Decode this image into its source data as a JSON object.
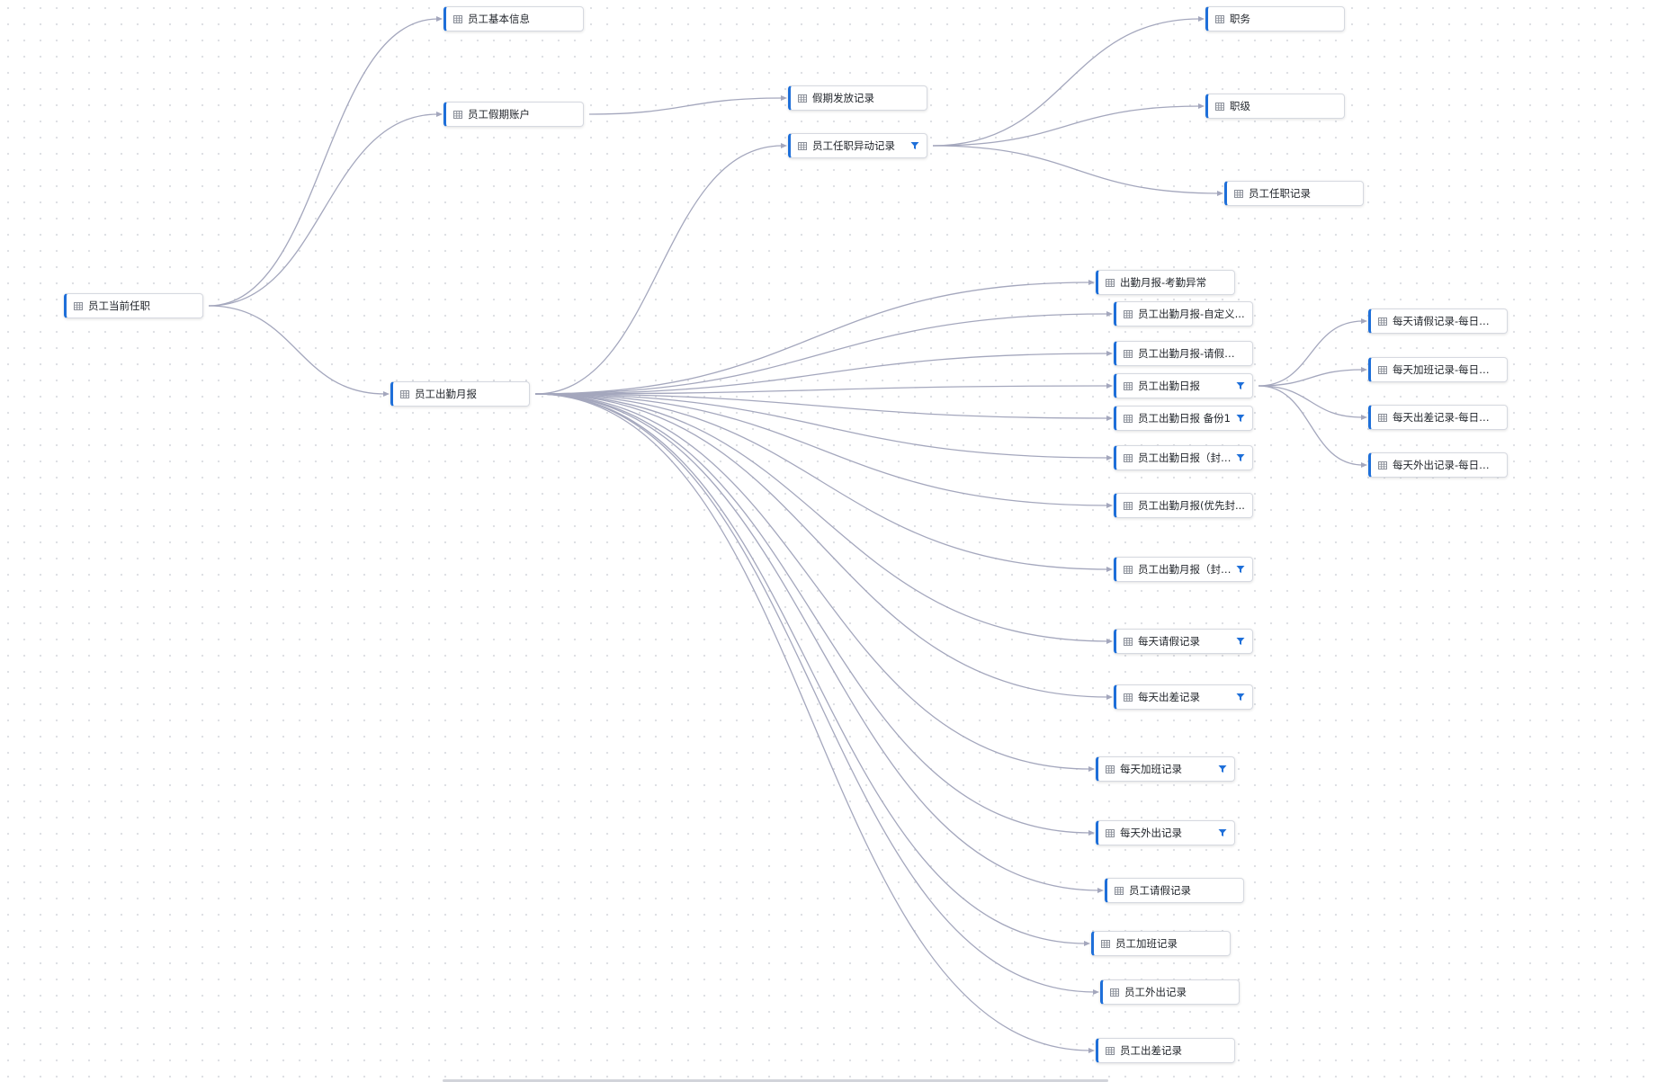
{
  "icons": {
    "node_icon": "table-icon",
    "filter_icon": "filter-icon"
  },
  "colors": {
    "accent": "#1e6fd9",
    "edge": "#a4a7bd",
    "node_border": "#d6d9e0"
  },
  "nodes": [
    {
      "id": "n1",
      "label": "员工当前任职",
      "filter": false
    },
    {
      "id": "n2",
      "label": "员工基本信息",
      "filter": false
    },
    {
      "id": "n3",
      "label": "员工假期账户",
      "filter": false
    },
    {
      "id": "n4",
      "label": "员工出勤月报",
      "filter": false
    },
    {
      "id": "n5",
      "label": "假期发放记录",
      "filter": false
    },
    {
      "id": "n6",
      "label": "员工任职异动记录",
      "filter": true
    },
    {
      "id": "n7",
      "label": "职务",
      "filter": false
    },
    {
      "id": "n8",
      "label": "职级",
      "filter": false
    },
    {
      "id": "n9",
      "label": "员工任职记录",
      "filter": false
    },
    {
      "id": "n10",
      "label": "出勤月报-考勤异常",
      "filter": false
    },
    {
      "id": "n11",
      "label": "员工出勤月报-自定义...",
      "filter": false
    },
    {
      "id": "n12",
      "label": "员工出勤月报-请假数据",
      "filter": false
    },
    {
      "id": "n13",
      "label": "员工出勤日报",
      "filter": true
    },
    {
      "id": "n14",
      "label": "员工出勤日报 备份1",
      "filter": true
    },
    {
      "id": "n15",
      "label": "员工出勤日报（封存）",
      "filter": true
    },
    {
      "id": "n16",
      "label": "员工出勤月报(优先封...",
      "filter": false
    },
    {
      "id": "n17",
      "label": "员工出勤月报（封存）",
      "filter": true
    },
    {
      "id": "n18",
      "label": "每天请假记录",
      "filter": true
    },
    {
      "id": "n19",
      "label": "每天出差记录",
      "filter": true
    },
    {
      "id": "n20",
      "label": "每天加班记录",
      "filter": true
    },
    {
      "id": "n21",
      "label": "每天外出记录",
      "filter": true
    },
    {
      "id": "n22",
      "label": "员工请假记录",
      "filter": false
    },
    {
      "id": "n23",
      "label": "员工加班记录",
      "filter": false
    },
    {
      "id": "n24",
      "label": "员工外出记录",
      "filter": false
    },
    {
      "id": "n25",
      "label": "员工出差记录",
      "filter": false
    },
    {
      "id": "n26",
      "label": "每天请假记录-每日明细",
      "filter": false
    },
    {
      "id": "n27",
      "label": "每天加班记录-每日明细",
      "filter": false
    },
    {
      "id": "n28",
      "label": "每天出差记录-每日明细",
      "filter": false
    },
    {
      "id": "n29",
      "label": "每天外出记录-每日明细",
      "filter": false
    }
  ],
  "edges": [
    [
      "n1",
      "n2"
    ],
    [
      "n1",
      "n3"
    ],
    [
      "n1",
      "n4"
    ],
    [
      "n3",
      "n5"
    ],
    [
      "n4",
      "n6"
    ],
    [
      "n6",
      "n7"
    ],
    [
      "n6",
      "n8"
    ],
    [
      "n6",
      "n9"
    ],
    [
      "n4",
      "n10"
    ],
    [
      "n4",
      "n11"
    ],
    [
      "n4",
      "n12"
    ],
    [
      "n4",
      "n13"
    ],
    [
      "n4",
      "n14"
    ],
    [
      "n4",
      "n15"
    ],
    [
      "n4",
      "n16"
    ],
    [
      "n4",
      "n17"
    ],
    [
      "n4",
      "n18"
    ],
    [
      "n4",
      "n19"
    ],
    [
      "n4",
      "n20"
    ],
    [
      "n4",
      "n21"
    ],
    [
      "n4",
      "n22"
    ],
    [
      "n4",
      "n23"
    ],
    [
      "n4",
      "n24"
    ],
    [
      "n4",
      "n25"
    ],
    [
      "n13",
      "n26"
    ],
    [
      "n13",
      "n27"
    ],
    [
      "n13",
      "n28"
    ],
    [
      "n13",
      "n29"
    ]
  ]
}
